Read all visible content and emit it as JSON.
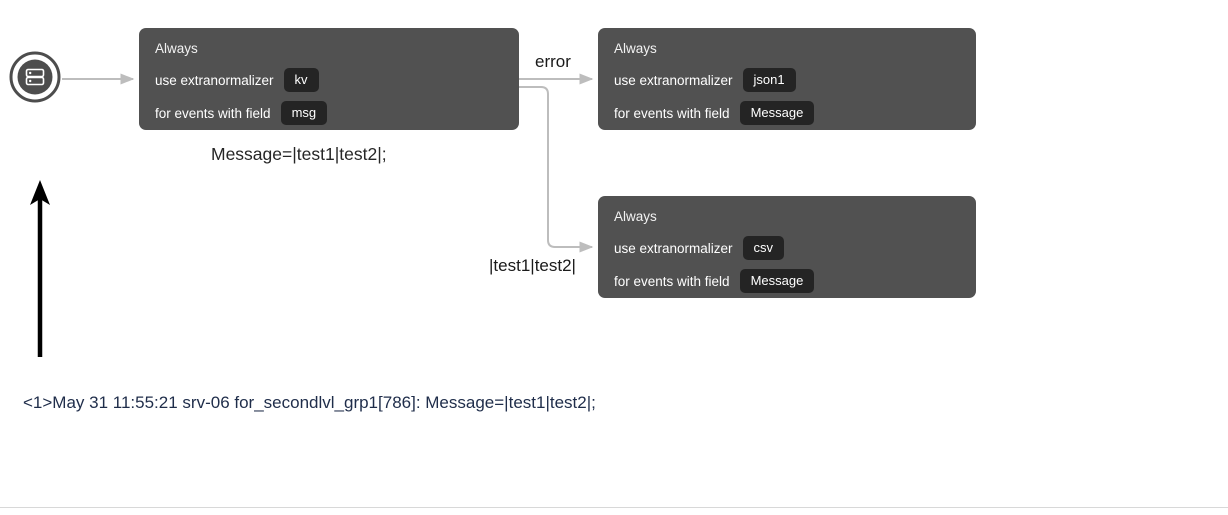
{
  "diagram": {
    "start_icon": "database-icon",
    "nodes": [
      {
        "id": "node-kv",
        "title": "Always",
        "rows": [
          {
            "label": "use extranormalizer",
            "value": "kv"
          },
          {
            "label": "for events with field",
            "value": "msg"
          }
        ]
      },
      {
        "id": "node-json1",
        "title": "Always",
        "rows": [
          {
            "label": "use extranormalizer",
            "value": "json1"
          },
          {
            "label": "for events with field",
            "value": "Message"
          }
        ]
      },
      {
        "id": "node-csv",
        "title": "Always",
        "rows": [
          {
            "label": "use extranormalizer",
            "value": "csv"
          },
          {
            "label": "for events with field",
            "value": "Message"
          }
        ]
      }
    ],
    "edge_labels": {
      "error": "error",
      "extracted_value": "|test1|test2|"
    },
    "sample_output": "Message=|test1|test2|;",
    "log_line": "<1>May 31 11:55:21 srv-06 for_secondlvl_grp1[786]: Message=|test1|test2|;",
    "colors": {
      "node_background": "#515151",
      "pill_background": "#242424",
      "node_text": "#ffffff",
      "connector": "#bdbdbd",
      "start_icon": "#4d4d4d",
      "log_text": "#1f2d4a",
      "flow_arrow": "#000000",
      "divider": "#d8d8d8"
    }
  }
}
